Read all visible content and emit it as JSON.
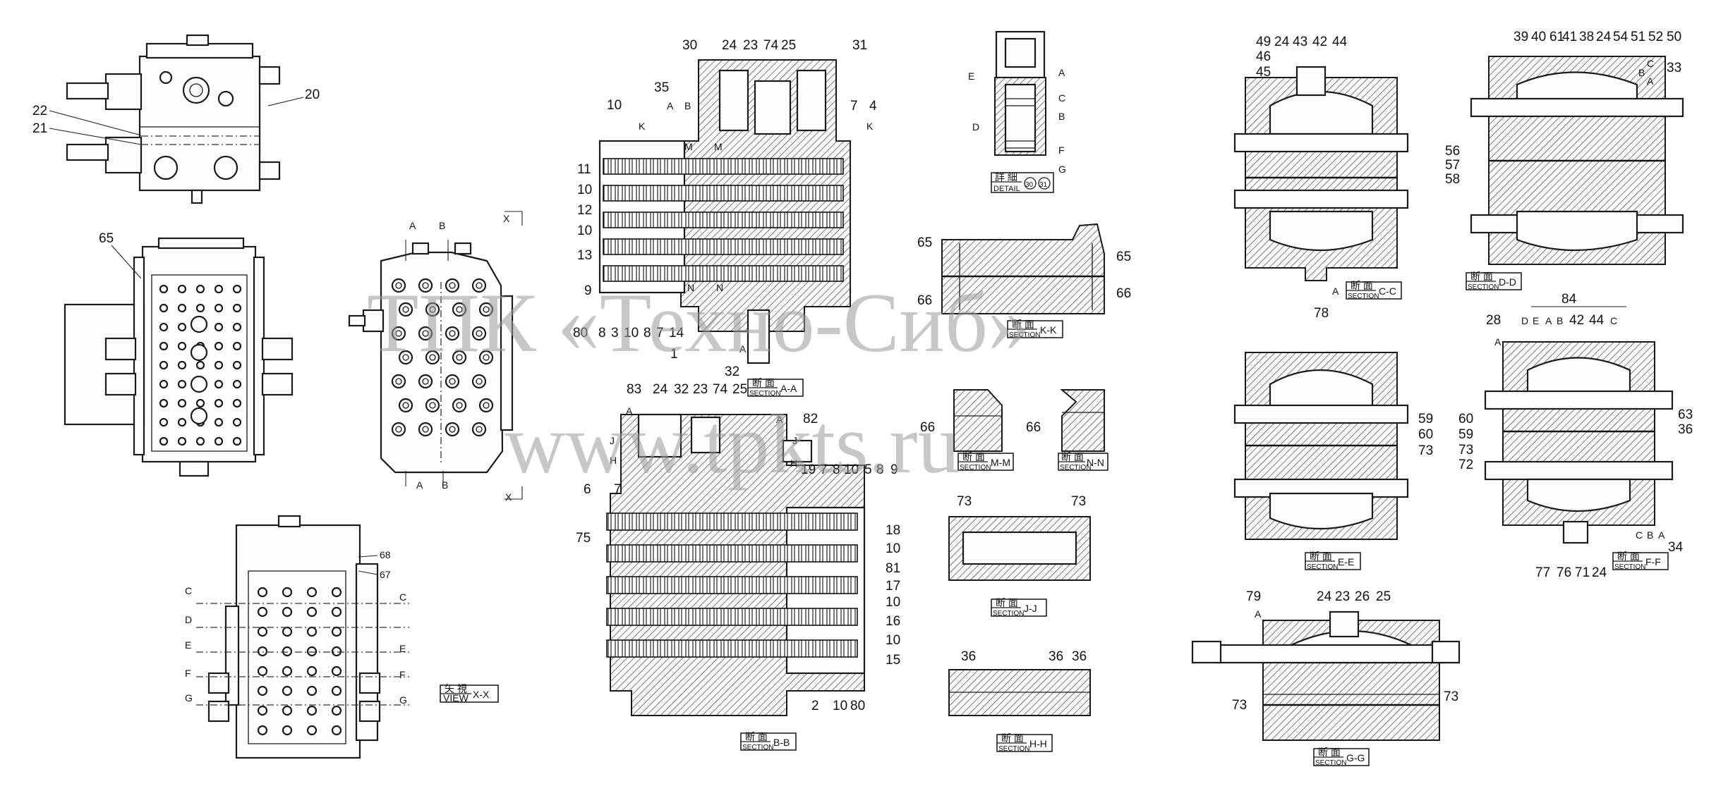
{
  "watermark": {
    "line1": "ТПК «Техно-Сиб»",
    "line2": "www.tpkts.ru"
  },
  "captions": {
    "view_xx": {
      "jp": "矢 視",
      "en": "VIEW",
      "id": "X-X"
    },
    "detail": {
      "jp": "詳 細",
      "en": "DETAIL",
      "n1": "30",
      "n2": "31"
    },
    "section_aa": {
      "jp": "断 面",
      "en": "SECTION",
      "id": "A-A"
    },
    "section_bb": {
      "jp": "断 面",
      "en": "SECTION",
      "id": "B-B"
    },
    "section_kk": {
      "jp": "断 面",
      "en": "SECTION",
      "id": "K-K"
    },
    "section_mm": {
      "jp": "断 面",
      "en": "SECTION",
      "id": "M-M"
    },
    "section_nn": {
      "jp": "断 面",
      "en": "SECTION",
      "id": "N-N"
    },
    "section_jj": {
      "jp": "断 面",
      "en": "SECTION",
      "id": "J-J"
    },
    "section_hh": {
      "jp": "断 面",
      "en": "SECTION",
      "id": "H-H"
    },
    "section_cc": {
      "jp": "断 面",
      "en": "SECTION",
      "id": "C-C"
    },
    "section_dd": {
      "jp": "断 面",
      "en": "SECTION",
      "id": "D-D"
    },
    "section_ee": {
      "jp": "断 面",
      "en": "SECTION",
      "id": "E-E"
    },
    "section_ff": {
      "jp": "断 面",
      "en": "SECTION",
      "id": "F-F"
    },
    "section_gg": {
      "jp": "断 面",
      "en": "SECTION",
      "id": "G-G"
    }
  },
  "callouts": {
    "top_view": [
      "20",
      "22",
      "21"
    ],
    "front_view": [
      "65"
    ],
    "side_view": [
      "A",
      "B",
      "X",
      "A",
      "B",
      "X"
    ],
    "view_xx": [
      "68",
      "67",
      "C",
      "D",
      "E",
      "F",
      "G",
      "C",
      "E",
      "F",
      "G"
    ],
    "section_aa": [
      "30",
      "24",
      "23",
      "74",
      "25",
      "31",
      "35",
      "A",
      "B",
      "10",
      "K",
      "7",
      "4",
      "K",
      "11",
      "10",
      "12",
      "10",
      "13",
      "9",
      "80",
      "8",
      "3",
      "10",
      "8",
      "7",
      "14",
      "1",
      "A",
      "32",
      "M",
      "M",
      "N",
      "N"
    ],
    "section_bb": [
      "83",
      "24",
      "32",
      "23",
      "74",
      "25",
      "A",
      "J",
      "H",
      "A",
      "82",
      "J",
      "H",
      "19",
      "7",
      "8",
      "10",
      "5",
      "8",
      "9",
      "6",
      "7",
      "75",
      "18",
      "10",
      "81",
      "17",
      "10",
      "16",
      "10",
      "15",
      "2",
      "10",
      "80"
    ],
    "detail": [
      "E",
      "D",
      "A",
      "C",
      "B",
      "F",
      "G"
    ],
    "section_kk": [
      "65",
      "66",
      "65",
      "66"
    ],
    "section_mm": [
      "66"
    ],
    "section_nn": [
      "66"
    ],
    "section_jj": [
      "73",
      "73"
    ],
    "section_hh": [
      "36",
      "36",
      "36"
    ],
    "section_cc": [
      "49",
      "24",
      "43",
      "42",
      "44",
      "46",
      "45",
      "A",
      "78"
    ],
    "section_dd": [
      "39",
      "40",
      "61",
      "41",
      "38",
      "24",
      "54",
      "51",
      "52",
      "50",
      "C",
      "B",
      "A",
      "33",
      "56",
      "57",
      "58"
    ],
    "section_ee": [
      "59",
      "60",
      "73"
    ],
    "section_ff": [
      "84",
      "28",
      "D",
      "E",
      "A",
      "B",
      "42",
      "44",
      "C",
      "A",
      "60",
      "59",
      "73",
      "72",
      "63",
      "36",
      "C",
      "B",
      "A",
      "34",
      "77",
      "76",
      "71",
      "24"
    ],
    "section_gg": [
      "79",
      "A",
      "24",
      "23",
      "26",
      "25",
      "73",
      "73"
    ]
  }
}
